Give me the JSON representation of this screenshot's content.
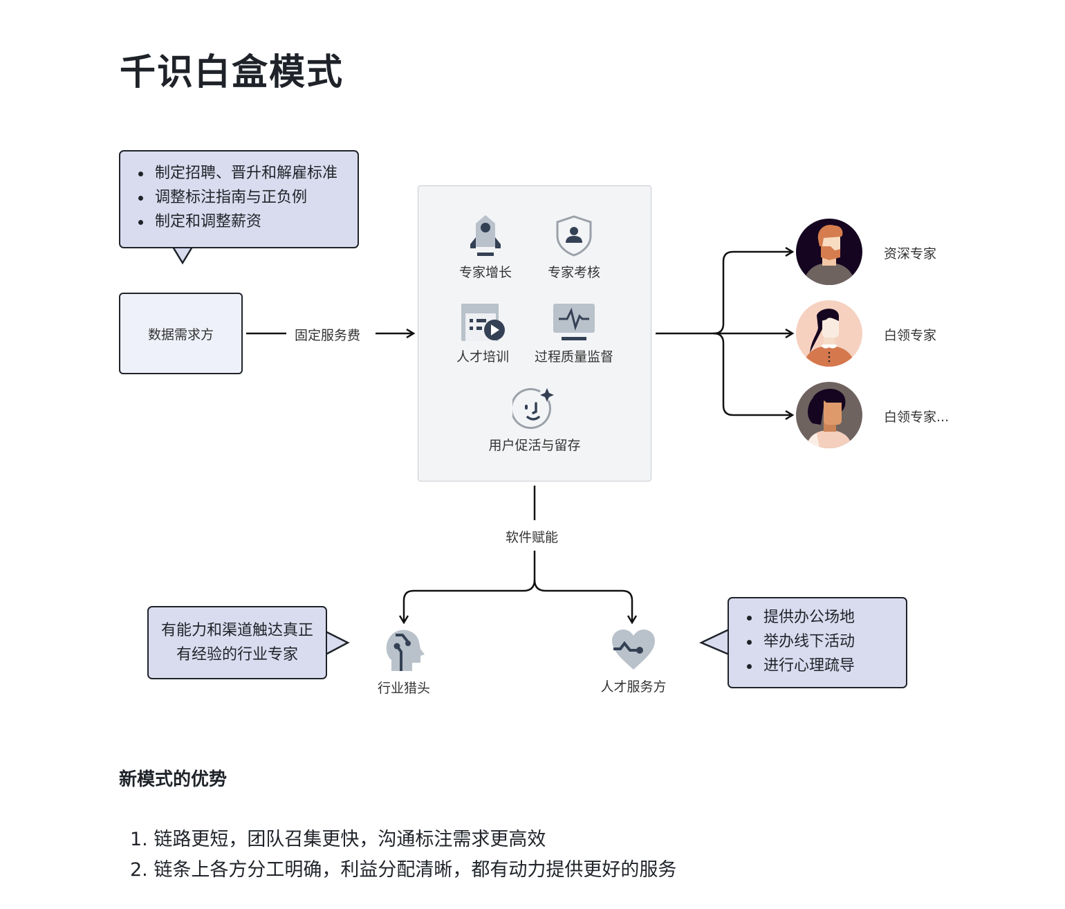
{
  "page": {
    "title": "千识白盒模式"
  },
  "diagram": {
    "callout_top": {
      "items": [
        "制定招聘、晋升和解雇标准",
        "调整标注指南与正负例",
        "制定和调整薪资"
      ]
    },
    "demand_side": {
      "label": "数据需求方"
    },
    "edge_fee": {
      "label": "固定服务费"
    },
    "platform": {
      "features": [
        {
          "icon": "rocket-icon",
          "label": "专家增长"
        },
        {
          "icon": "shield-user-icon",
          "label": "专家考核"
        },
        {
          "icon": "video-training-icon",
          "label": "人才培训"
        },
        {
          "icon": "monitor-pulse-icon",
          "label": "过程质量监督"
        },
        {
          "icon": "smile-sparkle-icon",
          "label": "用户促活与留存"
        }
      ]
    },
    "experts": [
      {
        "avatar": "man-beard-avatar",
        "label": "资深专家"
      },
      {
        "avatar": "woman-collar-avatar",
        "label": "白领专家"
      },
      {
        "avatar": "woman-curly-avatar",
        "label": "白领专家..."
      }
    ],
    "edge_software": {
      "label": "软件赋能"
    },
    "headhunter": {
      "icon": "head-circuit-icon",
      "label": "行业猎头"
    },
    "talent_service": {
      "icon": "heart-pulse-icon",
      "label": "人才服务方"
    },
    "callout_left": {
      "lines": [
        "有能力和渠道触达真正",
        "有经验的行业专家"
      ]
    },
    "callout_right": {
      "items": [
        "提供办公场地",
        "举办线下活动",
        "进行心理疏导"
      ]
    }
  },
  "advantages": {
    "title": "新模式的优势",
    "items": [
      "1. 链路更短，团队召集更快，沟通标注需求更高效",
      "2. 链条上各方分工明确，利益分配清晰，都有动力提供更好的服务"
    ]
  },
  "colors": {
    "ink": "#1f2329",
    "callout_fill": "#d9dcee",
    "box_fill": "#eff1fa",
    "icon_light": "#b9c1cb",
    "icon_dark": "#344154",
    "platform_fill": "#f3f4f6"
  }
}
